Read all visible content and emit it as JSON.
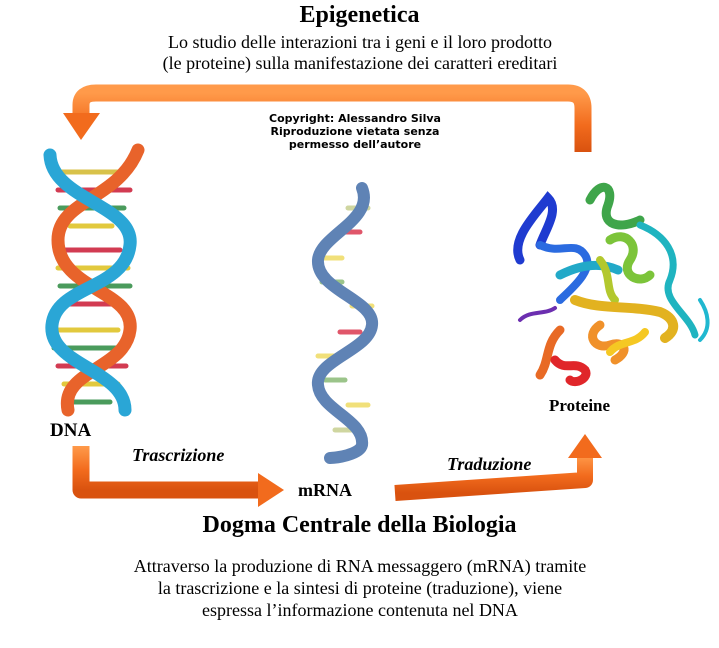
{
  "header": {
    "title": "Epigenetica",
    "subtitle_line1": "Lo studio delle interazioni tra i geni e il loro prodotto",
    "subtitle_line2": "(le proteine) sulla manifestazione dei caratteri ereditari"
  },
  "copyright": {
    "line1": "Copyright: Alessandro Silva",
    "line2": "Riproduzione vietata senza",
    "line3": "permesso dell’autore"
  },
  "labels": {
    "dna": "DNA",
    "trascrizione": "Trascrizione",
    "mrna": "mRNA",
    "traduzione": "Traduzione",
    "proteine": "Proteine"
  },
  "footer": {
    "title": "Dogma Centrale della Biologia",
    "line1": "Attraverso la produzione di RNA messaggero (mRNA) tramite",
    "line2": "la trascrizione e la sintesi di proteine (traduzione), viene",
    "line3": "espressa l’informazione contenuta nel DNA"
  },
  "colors": {
    "arrow_orange": "#f26b1d",
    "dna_orange": "#e8632b",
    "dna_blue": "#2aa6d6",
    "mrna_blue": "#5f83b5"
  },
  "icons": {
    "dna": "dna-double-helix-icon",
    "mrna": "rna-single-helix-icon",
    "protein": "protein-ribbon-structure-icon"
  }
}
